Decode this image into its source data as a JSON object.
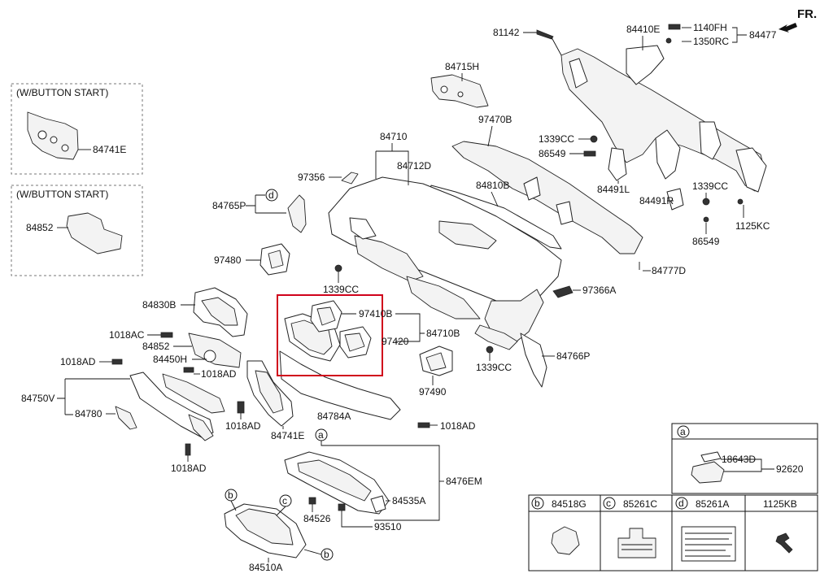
{
  "direction_label": "FR.",
  "callouts": {
    "p81142": "81142",
    "p84410E": "84410E",
    "p1140FH": "1140FH",
    "p1350RC": "1350RC",
    "p84477": "84477",
    "p84715H": "84715H",
    "p97470B": "97470B",
    "p84710": "84710",
    "p84712D": "84712D",
    "p1339CC_a": "1339CC",
    "p86549_a": "86549",
    "p97356": "97356",
    "p84810B": "84810B",
    "p84491L": "84491L",
    "p1339CC_b": "1339CC",
    "p84491R": "84491R",
    "p84765P": "84765P",
    "p1125KC": "1125KC",
    "p86549_b": "86549",
    "p97480": "97480",
    "p84777D": "84777D",
    "p1339CC_c": "1339CC",
    "p97366A": "97366A",
    "p84830B": "84830B",
    "p97410B": "97410B",
    "p1018AC": "1018AC",
    "p84710B": "84710B",
    "p84852_a": "84852",
    "p97420": "97420",
    "p84450H": "84450H",
    "p84766P": "84766P",
    "p1018AD_a": "1018AD",
    "p1018AD_b": "1018AD",
    "p1339CC_d": "1339CC",
    "p84750V": "84750V",
    "p97490": "97490",
    "p84784A": "84784A",
    "p84780": "84780",
    "p1018AD_c": "1018AD",
    "p1018AD_d": "1018AD",
    "p84741E_a": "84741E",
    "p1018AD_e": "1018AD",
    "p8476EM": "8476EM",
    "p84535A": "84535A",
    "p84526": "84526",
    "p93510": "93510",
    "p84510A": "84510A",
    "p84741E_b": "84741E",
    "p84852_b": "84852"
  },
  "inset_top": {
    "title": "(W/BUTTON START)"
  },
  "inset_bottom": {
    "title": "(W/BUTTON START)"
  },
  "circle_letters": {
    "a": "a",
    "b": "b",
    "c": "c",
    "d": "d"
  },
  "legend": {
    "a_parts": [
      "18643D",
      "92620"
    ],
    "cells": [
      {
        "letter": "b",
        "part": "84518G"
      },
      {
        "letter": "c",
        "part": "85261C"
      },
      {
        "letter": "d",
        "part": "85261A"
      },
      {
        "letter": "",
        "part": "1125KB"
      }
    ]
  },
  "colors": {
    "highlight": "#d0021b",
    "line": "#111111"
  }
}
